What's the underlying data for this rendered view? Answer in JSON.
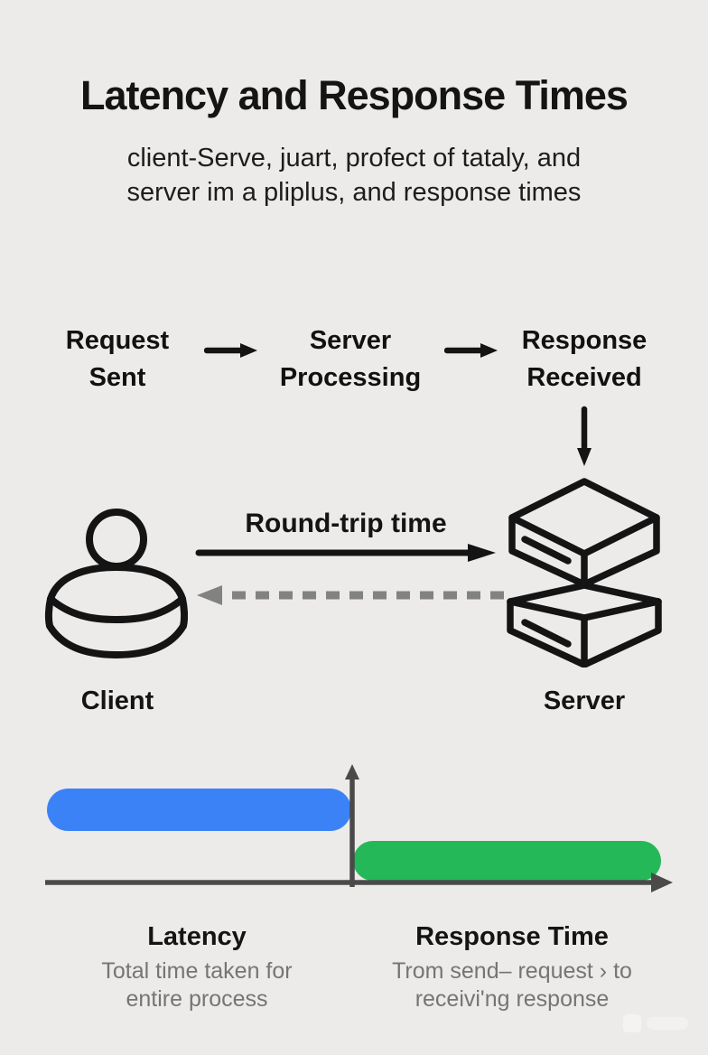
{
  "title": "Latency and Response Times",
  "subtitle": {
    "line1": "client-Serve, juart, profect of tataly, and",
    "line2": "server im a pliplus, and response times"
  },
  "flow": {
    "steps": [
      {
        "line1": "Request",
        "line2": "Sent"
      },
      {
        "line1": "Server",
        "line2": "Processing"
      },
      {
        "line1": "Response",
        "line2": "Received"
      }
    ]
  },
  "diagram": {
    "round_trip_label": "Round-trip time",
    "client_label": "Client",
    "server_label": "Server"
  },
  "timeline": {
    "bars": [
      {
        "name": "Latency",
        "color": "#3b82f6",
        "side": "left-of-axis"
      },
      {
        "name": "Response Time",
        "color": "#24b858",
        "side": "right-of-axis"
      }
    ],
    "axis_color": "#4a4a4a"
  },
  "legend": {
    "latency": {
      "title": "Latency",
      "desc_line1": "Total time taken for",
      "desc_line2": "entire process"
    },
    "response": {
      "title": "Response Time",
      "desc_line1": "Trom send– request › to",
      "desc_line2": "receivi'ng response"
    }
  },
  "colors": {
    "background": "#ecebe9",
    "text_primary": "#161616",
    "text_secondary": "#757575",
    "icon_stroke": "#141414",
    "dashed_arrow": "#828282"
  }
}
